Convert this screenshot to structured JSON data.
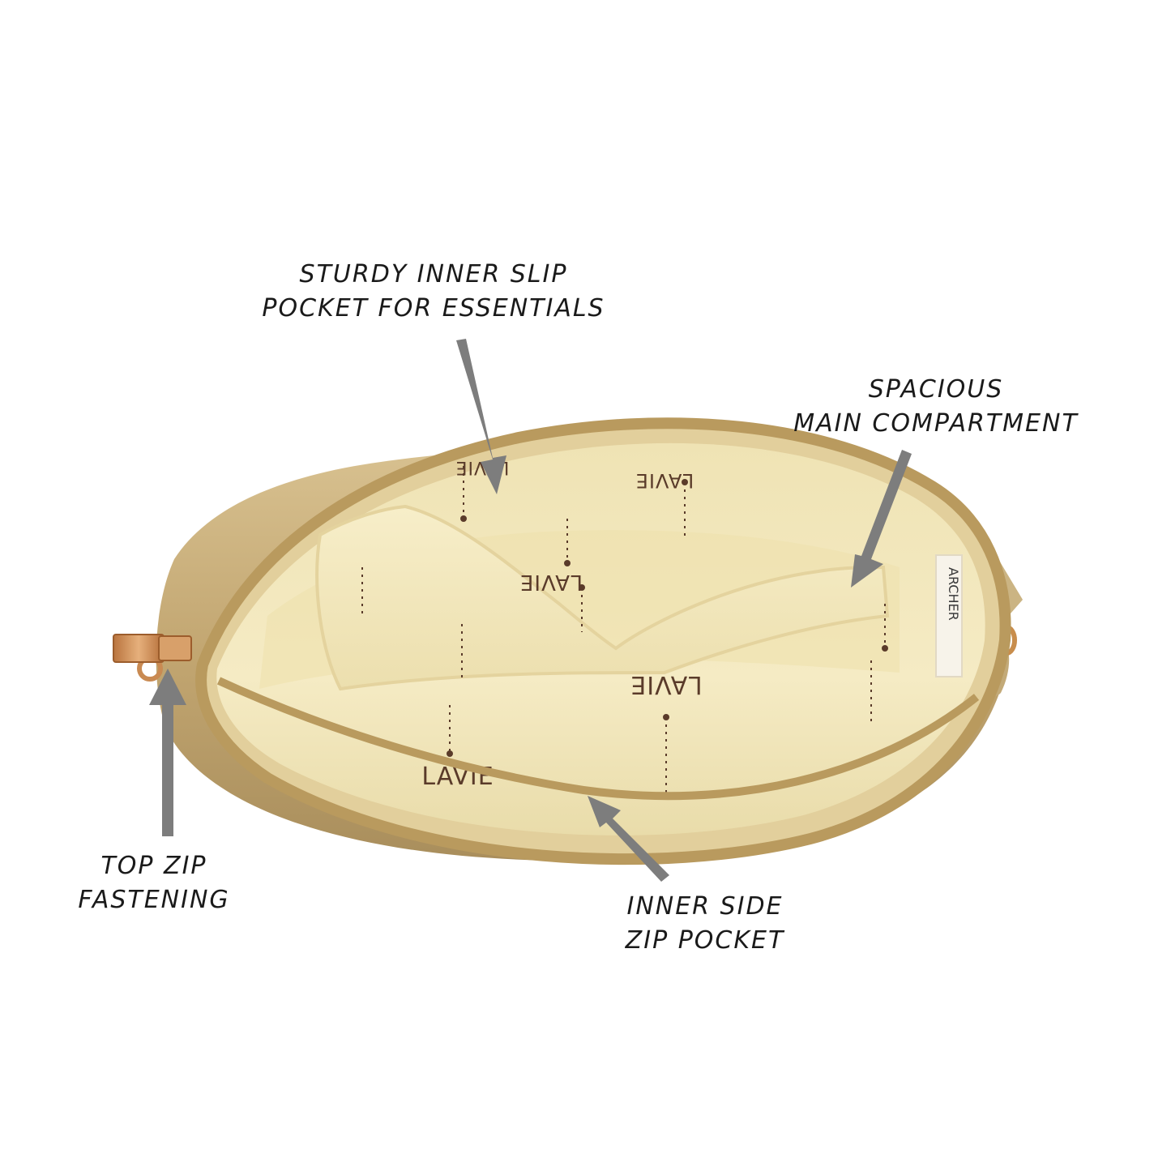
{
  "callouts": {
    "inner_slip": {
      "line1": "STURDY INNER SLIP",
      "line2": "POCKET FOR ESSENTIALS"
    },
    "main_compartment": {
      "line1": "SPACIOUS",
      "line2": "MAIN COMPARTMENT"
    },
    "top_zip": {
      "line1": "TOP ZIP",
      "line2": "FASTENING"
    },
    "side_zip": {
      "line1": "INNER SIDE",
      "line2": "ZIP POCKET"
    }
  },
  "lining_brand": "LAVIE",
  "side_label": "ARCHER",
  "colors": {
    "background": "#ffffff",
    "bag_gold": "#c9b07e",
    "lining": "#f3e8bd",
    "zipper": "#b99a5e",
    "arrow": "#7d7d7d",
    "text": "#1a1a1a",
    "logo_brown": "#5a3b2a",
    "zip_pull": "#c98a52"
  }
}
